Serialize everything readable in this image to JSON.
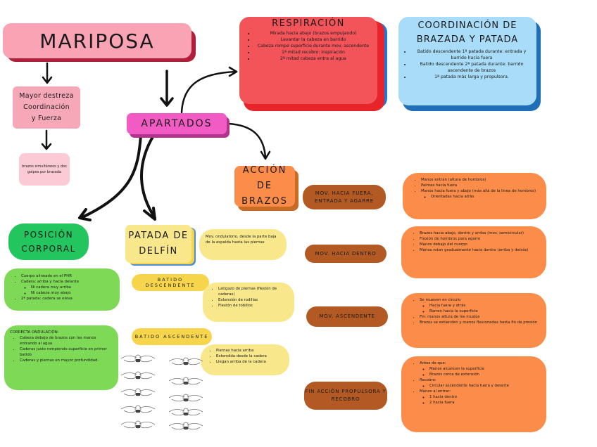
{
  "title": "MARIPOSA",
  "benefit": [
    "Mayor destreza",
    "Coordinación",
    "y Fuerza"
  ],
  "strokes_note": "brazos simultáneos y dos golpes por brazada",
  "apartados": "APARTADOS",
  "respiracion": {
    "title": "RESPIRACIÓN",
    "items": [
      "Mirada hacia abajo (brazos empujando)",
      "Levantar la cabeza en barrido",
      "Cabeza rompe superficie durante mov. ascendente",
      "1ª mitad recobro: inspiración",
      "2ª mitad cabeza entra al agua"
    ]
  },
  "coordinacion": {
    "title_line1": "COORDINACIÓN DE",
    "title_line2": "BRAZADA Y PATADA",
    "items": [
      "Batido descendente 1ª patada durante: entrada y barrido hacia fuera",
      "Batido descendente 2ª patada durante: barrido ascendente de brazos",
      "1ª patada más larga y propulsora."
    ]
  },
  "accion_brazos": {
    "title_line1": "ACCIÓN DE",
    "title_line2": "BRAZOS",
    "phases": [
      {
        "label": "MOV. HACIA FUERA, ENTRADA Y AGARRE",
        "details": [
          {
            "text": "Manos entran (altura de hombros)"
          },
          {
            "text": "Palmas hacia fuera"
          },
          {
            "text": "Manos hacia fuera y abajo (más allá de la línea de hombros)",
            "sub": [
              "Orientadas hacia atrás"
            ]
          }
        ]
      },
      {
        "label": "MOV. HACIA DENTRO",
        "details": [
          {
            "text": "Brazos hacia abajo, dentro y arriba (mov. semicircular)"
          },
          {
            "text": "Flexión de hombros para agarre"
          },
          {
            "text": "Manos debajo del cuerpo"
          },
          {
            "text": "Manos rotan gradualmente hacia dentro (arriba y detrás)"
          }
        ]
      },
      {
        "label": "MOV. ASCENDENTE",
        "details": [
          {
            "text": "Se mueven en círculo",
            "sub": [
              "Hacia fuera y atrás",
              "Barren hacia la superficie"
            ]
          },
          {
            "text": "Fin: manos altura de los muslos"
          },
          {
            "text": "Brazos se extienden y manos flexionadas hasta fin de presión"
          }
        ]
      },
      {
        "label": "FIN ACCIÓN PROPULSORA Y RECOBRO",
        "details": [
          {
            "text": "Antes de que:",
            "sub": [
              "Manos alcancen la superficie",
              "Brazos cerca de extensión"
            ]
          },
          {
            "text": "Recobro:",
            "sub": [
              "Circular ascendente hacia fuera y delante"
            ]
          },
          {
            "text": "Manos al entrar:",
            "sub": [
              "1 hacia dentro",
              "2 hacia fuera"
            ]
          }
        ]
      }
    ]
  },
  "posicion_corporal": {
    "title_line1": "POSICIÓN",
    "title_line2": "CORPORAL",
    "items": [
      {
        "text": "Cuerpo alineado en el PHR"
      },
      {
        "text": "Cadera: arriba y hacia delante",
        "sub": [
          "Ni cadera muy arriba",
          "Ni cabeza muy abajo"
        ]
      },
      {
        "text": "2ª patada: cadera se eleva"
      }
    ],
    "correct_title": "CORRECTA ONDULACIÓN:",
    "correct_items": [
      "Cabeza debajo de brazos con las manos entrando al agua",
      "Caderas justo rompiendo superficie en primer batido",
      "Caderas y piernas en mayor profundidad."
    ]
  },
  "patada_delfin": {
    "title_line1": "PATADA DE",
    "title_line2": "DELFÍN",
    "description": "Mov. ondulatorio, desde la parte baja de la espalda hasta las piernas",
    "descendente_label": "BATIDO DESCENDENTE",
    "descendente_items": [
      "Latigazo de piernas (flexión de caderas)",
      "Extensión de rodillas",
      "Flexión de tobillos"
    ],
    "ascendente_label": "BATIDO ASCENDENTE",
    "ascendente_items": [
      "Piernas hacia arriba",
      "Extendida desde la cadera",
      "Llegan arriba de la cadera"
    ]
  },
  "colors": {
    "mariposa": "#f9a3b5",
    "apartados": "#f25ac4",
    "respiracion": "#f2545a",
    "coordinacion": "#a8dcf8",
    "brazos": "#fb8c4a",
    "mov_pill": "#b35a24",
    "posicion": "#22c55e",
    "posicion_list": "#7ed957",
    "delfin": "#f8e78b",
    "batido": "#f6d44c"
  }
}
